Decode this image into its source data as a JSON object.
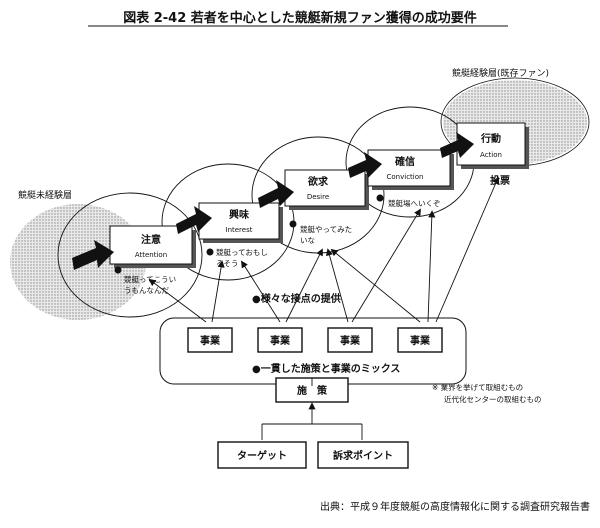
{
  "title": "図表 2-42 若者を中心とした競艇新規ファン獲得の成功要件",
  "layers": {
    "novice": "競艇未経験層",
    "experienced": "競艇経験層(既存ファン)"
  },
  "stages": [
    {
      "jp": "注意",
      "en": "Attention"
    },
    {
      "jp": "興味",
      "en": "Interest"
    },
    {
      "jp": "欲求",
      "en": "Desire"
    },
    {
      "jp": "確信",
      "en": "Conviction"
    },
    {
      "jp": "行動",
      "en": "Action"
    }
  ],
  "investment_label": "投票",
  "thoughts": [
    {
      "lines": [
        "競艇ってこうい",
        "うもんなんだ"
      ]
    },
    {
      "lines": [
        "競艇っておもし",
        "ろそう"
      ]
    },
    {
      "lines": [
        "競艇やってみた",
        "いな"
      ]
    },
    {
      "lines": [
        "競艇場へいくぞ"
      ]
    }
  ],
  "touchpoints_label": "●様々な接点の提供",
  "projects": [
    "事業",
    "事業",
    "事業",
    "事業"
  ],
  "mix_label": "●一貫した施策と事業のミックス",
  "policy_label": "施　策",
  "note_lines": [
    "※ 業界を挙げて取組むもの",
    "近代化センターの取組むもの"
  ],
  "inputs": [
    "ターゲット",
    "訴求ポイント"
  ],
  "source": "出典：平成９年度競艇の高度情報化に関する調査研究報告書"
}
